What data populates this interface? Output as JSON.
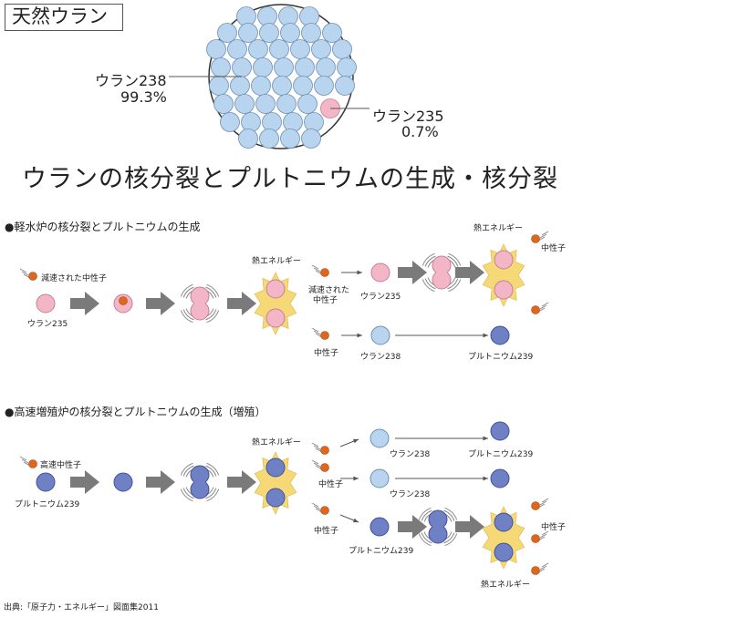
{
  "title": "天然ウラン",
  "pie": {
    "u238_label": "ウラン238",
    "u238_pct": "99.3%",
    "u235_label": "ウラン235",
    "u235_pct": "0.7%"
  },
  "heading": "ウランの核分裂とプルトニウムの生成・核分裂",
  "section1": {
    "title": "●軽水炉の核分裂とプルトニウムの生成",
    "slow_neutron": "減速された中性子",
    "slow_neutron_l1": "減速された",
    "slow_neutron_l2": "中性子",
    "u235": "ウラン235",
    "thermal_energy": "熱エネルギー",
    "neutron": "中性子",
    "u238": "ウラン238",
    "plutonium239": "プルトニウム239"
  },
  "section2": {
    "title": "●高速増殖炉の核分裂とプルトニウムの生成（増殖）",
    "fast_neutron": "高速中性子",
    "plutonium239": "プルトニウム239",
    "thermal_energy": "熱エネルギー",
    "neutron": "中性子",
    "u238": "ウラン238"
  },
  "credit": "出典:「原子力・エネルギー」図面集2011",
  "colors": {
    "u238": "#b8d4ee",
    "u235": "#f2b6c6",
    "pu239": "#6f80c4",
    "neutron": "#e0661c",
    "energy": "#f6d977",
    "arrow": "#7a7a7a"
  }
}
